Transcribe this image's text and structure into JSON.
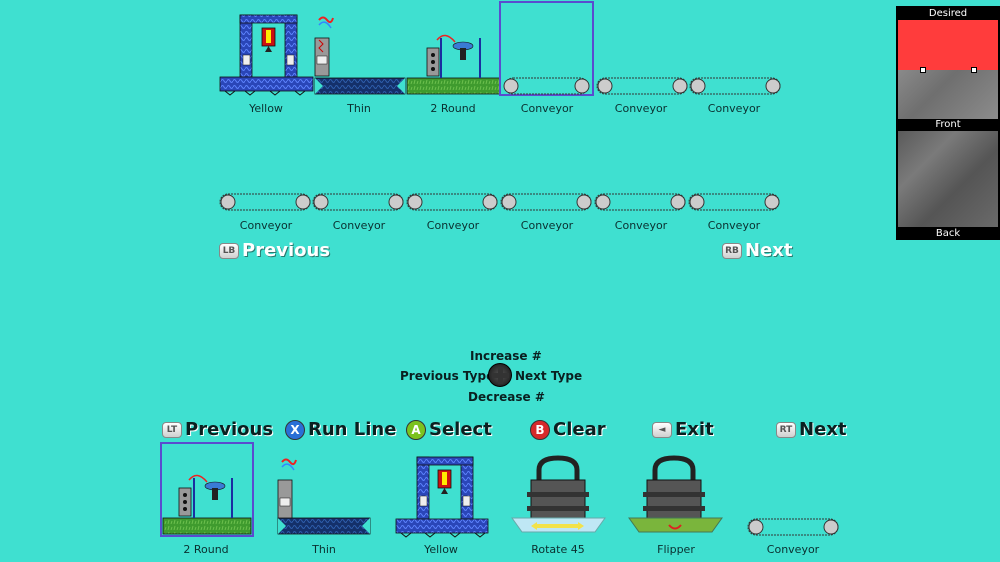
{
  "top_row": [
    "Yellow",
    "Thin",
    "2 Round",
    "Conveyor",
    "Conveyor",
    "Conveyor"
  ],
  "second_row": [
    "Conveyor",
    "Conveyor",
    "Conveyor",
    "Conveyor",
    "Conveyor",
    "Conveyor"
  ],
  "line_nav": {
    "prev_badge": "LB",
    "prev_label": "Previous",
    "next_badge": "RB",
    "next_label": "Next"
  },
  "center_controls": {
    "increase": "Increase #",
    "prev_type": "Previous Type",
    "next_type": "Next Type",
    "decrease": "Decrease #"
  },
  "actions": [
    {
      "badge": "LT",
      "label": "Previous"
    },
    {
      "badge": "X",
      "label": "Run Line"
    },
    {
      "badge": "A",
      "label": "Select"
    },
    {
      "badge": "B",
      "label": "Clear"
    },
    {
      "badge": "◄",
      "label": "Exit"
    },
    {
      "badge": "RT",
      "label": "Next"
    }
  ],
  "palette": [
    "2 Round",
    "Thin",
    "Yellow",
    "Rotate 45",
    "Flipper",
    "Conveyor"
  ],
  "preview": {
    "desired": "Desired",
    "front": "Front",
    "back": "Back"
  },
  "colors": {
    "background": "#3fe0d0",
    "desired_fill": "#ff3c3c",
    "selection": "#5a4ccf"
  }
}
